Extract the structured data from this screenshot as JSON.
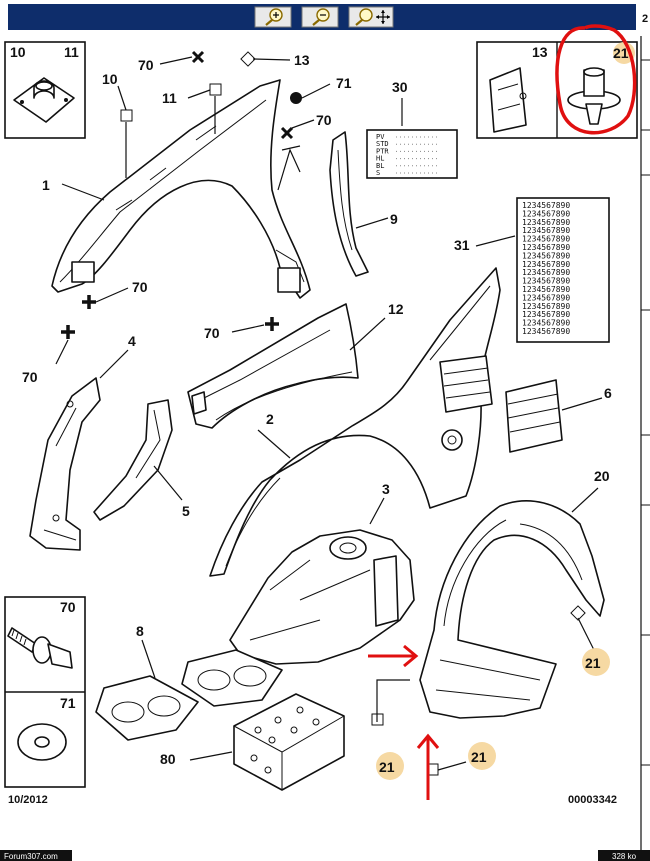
{
  "toolbar": {
    "zoom_in_icon": "zoom-in-icon",
    "zoom_out_icon": "zoom-out-icon",
    "zoom_move_icon": "zoom-move-icon",
    "bg_color": "#0e2d6b"
  },
  "inset_10_11": {
    "label_a": "10",
    "label_b": "11"
  },
  "inset_13_21": {
    "label_a": "13",
    "label_b": "21"
  },
  "inset_70": {
    "label": "70"
  },
  "inset_71": {
    "label": "71"
  },
  "callouts": {
    "c1": "1",
    "c2": "2",
    "c3": "3",
    "c4": "4",
    "c5": "5",
    "c6": "6",
    "c8": "8",
    "c9": "9",
    "c10": "10",
    "c11": "11",
    "c12": "12",
    "c13": "13",
    "c20": "20",
    "c21a": "21",
    "c21b": "21",
    "c21c": "21",
    "c30": "30",
    "c31": "31",
    "c70a": "70",
    "c70b": "70",
    "c70c": "70",
    "c70d": "70",
    "c70e": "70",
    "c71": "71",
    "c80": "80"
  },
  "table_30": [
    "PV",
    "STD",
    "PTR",
    "HL",
    "BL",
    "S"
  ],
  "table_31_row": "1234567890",
  "footer": {
    "date": "10/2012",
    "ref": "00003342",
    "watermark": "Forum307.com",
    "size": "328 ko"
  },
  "colors": {
    "highlight_circle": "#f6d9a3",
    "annotation_red": "#e01010",
    "right_edge_digit": "2"
  }
}
